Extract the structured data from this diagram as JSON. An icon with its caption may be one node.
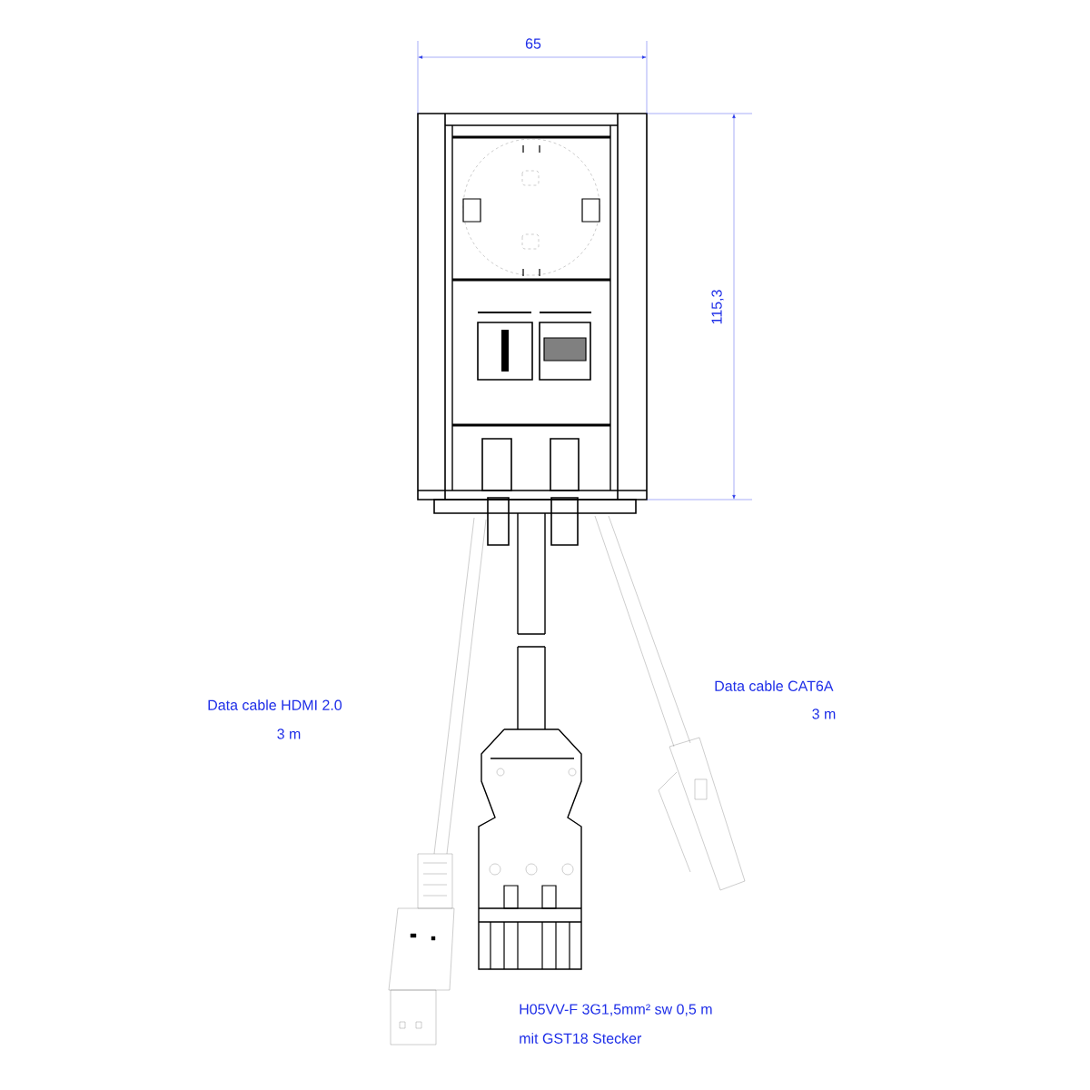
{
  "diagram": {
    "labels": [
      "65",
      "115,3",
      "Data cable HDMI 2.0",
      "3 m",
      "Data cable CAT6A",
      "3 m",
      "H05VV-F 3G1,5mm² sw 0,5 m",
      "mit GST18 Stecker"
    ]
  }
}
